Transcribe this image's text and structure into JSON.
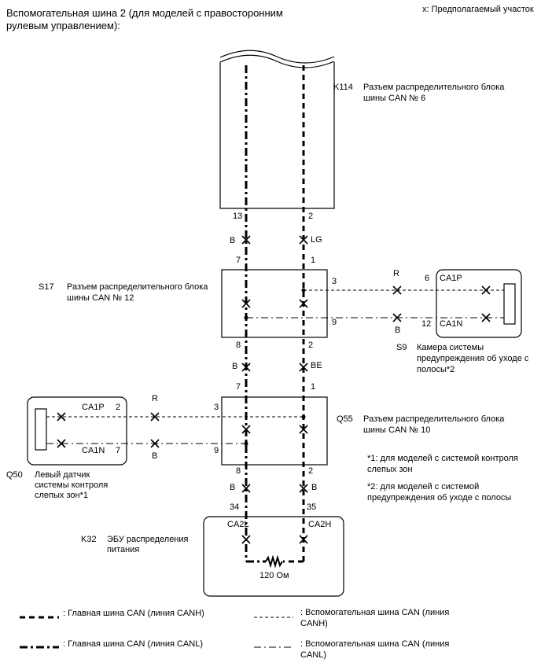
{
  "title_line1": "Вспомогательная шина 2 (для моделей с правосторонним",
  "title_line2": "рулевым управлением):",
  "legend_top": "x: Предполагаемый участок",
  "k114": {
    "code": "K114",
    "name1": "Разъем распределительного блока",
    "name2": "шины CAN № 6",
    "pin_l": "13",
    "pin_r": "2"
  },
  "s17": {
    "code": "S17",
    "name1": "Разъем распределительного блока",
    "name2": "шины CAN № 12",
    "pin_lt": "7",
    "pin_rt": "1",
    "pin_lb": "8",
    "pin_rb": "2",
    "pin_3": "3",
    "pin_9": "9"
  },
  "s9": {
    "code": "S9",
    "name1": "Камера системы",
    "name2": "предупреждения об уходе с",
    "name3": "полосы*2",
    "pin_6": "6",
    "pin_12": "12",
    "ca1p": "CA1P",
    "ca1n": "CA1N"
  },
  "q55": {
    "code": "Q55",
    "name1": "Разъем распределительного блока",
    "name2": "шины CAN № 10",
    "pin_lt": "7",
    "pin_rt": "1",
    "pin_lb": "8",
    "pin_rb": "2",
    "pin_3": "3",
    "pin_9": "9"
  },
  "q50": {
    "code": "Q50",
    "name1": "Левый датчик",
    "name2": "системы контроля",
    "name3": "слепых зон*1",
    "pin_2": "2",
    "pin_7": "7",
    "ca1p": "CA1P",
    "ca1n": "CA1N"
  },
  "k32": {
    "code": "K32",
    "name1": "ЭБУ распределения",
    "name2": "питания",
    "pin_34": "34",
    "pin_35": "35",
    "ca2l": "CA2L",
    "ca2h": "CA2H",
    "resistor": "120 Ом"
  },
  "wire_colors": {
    "b1": "B",
    "lg": "LG",
    "b2": "B",
    "be": "BE",
    "b3": "B",
    "b4": "B",
    "r1": "R",
    "b5": "B",
    "r2": "R",
    "b6": "B"
  },
  "notes": {
    "n1_line1": "*1: для моделей с системой контроля",
    "n1_line2": "слепых зон",
    "n2_line1": "*2: для моделей с системой",
    "n2_line2": "предупреждения об уходе с полосы"
  },
  "legend": {
    "main_h": ": Главная шина CAN (линия CANH)",
    "main_l": ": Главная шина CAN (линия CANL)",
    "sub_h1": ": Вспомогательная шина CAN (линия",
    "sub_h2": "CANH)",
    "sub_l1": ": Вспомогательная шина CAN (линия",
    "sub_l2": "CANL)"
  }
}
